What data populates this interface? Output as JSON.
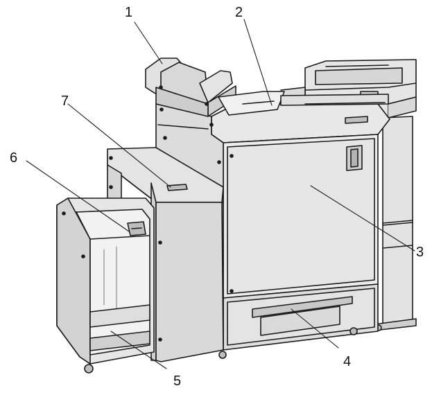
{
  "callouts": [
    {
      "id": "1",
      "label": "1"
    },
    {
      "id": "2",
      "label": "2"
    },
    {
      "id": "3",
      "label": "3"
    },
    {
      "id": "4",
      "label": "4"
    },
    {
      "id": "5",
      "label": "5"
    },
    {
      "id": "6",
      "label": "6"
    },
    {
      "id": "7",
      "label": "7"
    }
  ],
  "colors": {
    "line": "#1a1a1a",
    "body_light": "#e6e6e6",
    "body_mid": "#cfcfcf",
    "body_dark": "#a9a9a9",
    "background": "#ffffff"
  }
}
